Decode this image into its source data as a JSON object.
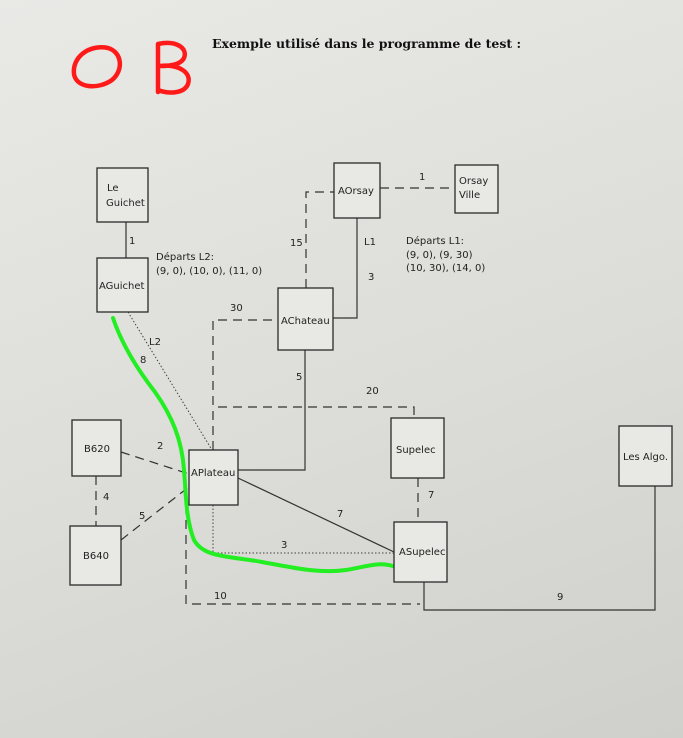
{
  "title": "Exemple utilisé dans le programme de test :",
  "annotation": "O B",
  "nodes": {
    "le_guichet": [
      "Le",
      "Guichet"
    ],
    "aguichet": "AGuichet",
    "aorsay": "AOrsay",
    "orsay_ville": [
      "Orsay",
      "Ville"
    ],
    "achateau": "AChateau",
    "b620": "B620",
    "b640": "B640",
    "aplateau": "APlateau",
    "supelec": "Supelec",
    "asupelec": "ASupelec",
    "les_algo": "Les Algo."
  },
  "edges": {
    "guichet_aguichet": "1",
    "aorsay_orsayville": "1",
    "achateau_aorsay_dashed": "15",
    "line_l1": "L1",
    "achateau_aorsay_solid": "3",
    "aplateau_achateau_dashed": "30",
    "line_l2": "L2",
    "aguichet_aplateau": "8",
    "achateau_aplateau": "5",
    "aplateau_supelec": "20",
    "b620_aplateau": "2",
    "b620_b640": "4",
    "b640_aplateau": "5",
    "supelec_asupelec": "7",
    "aplateau_asupelec": "7",
    "aplateau_asupelec_dotted": "3",
    "aplateau_asupelec_dashed": "10",
    "asupelec_lesalgo": "9"
  },
  "departs_l2": [
    "Départs L2:",
    "(9, 0), (10, 0), (11, 0)"
  ],
  "departs_l1": [
    "Départs L1:",
    "(9, 0), (9, 30)",
    "(10, 30), (14, 0)"
  ],
  "colors": {
    "annotation": "#ff1a1a",
    "highlight_path": "#22ee22"
  }
}
